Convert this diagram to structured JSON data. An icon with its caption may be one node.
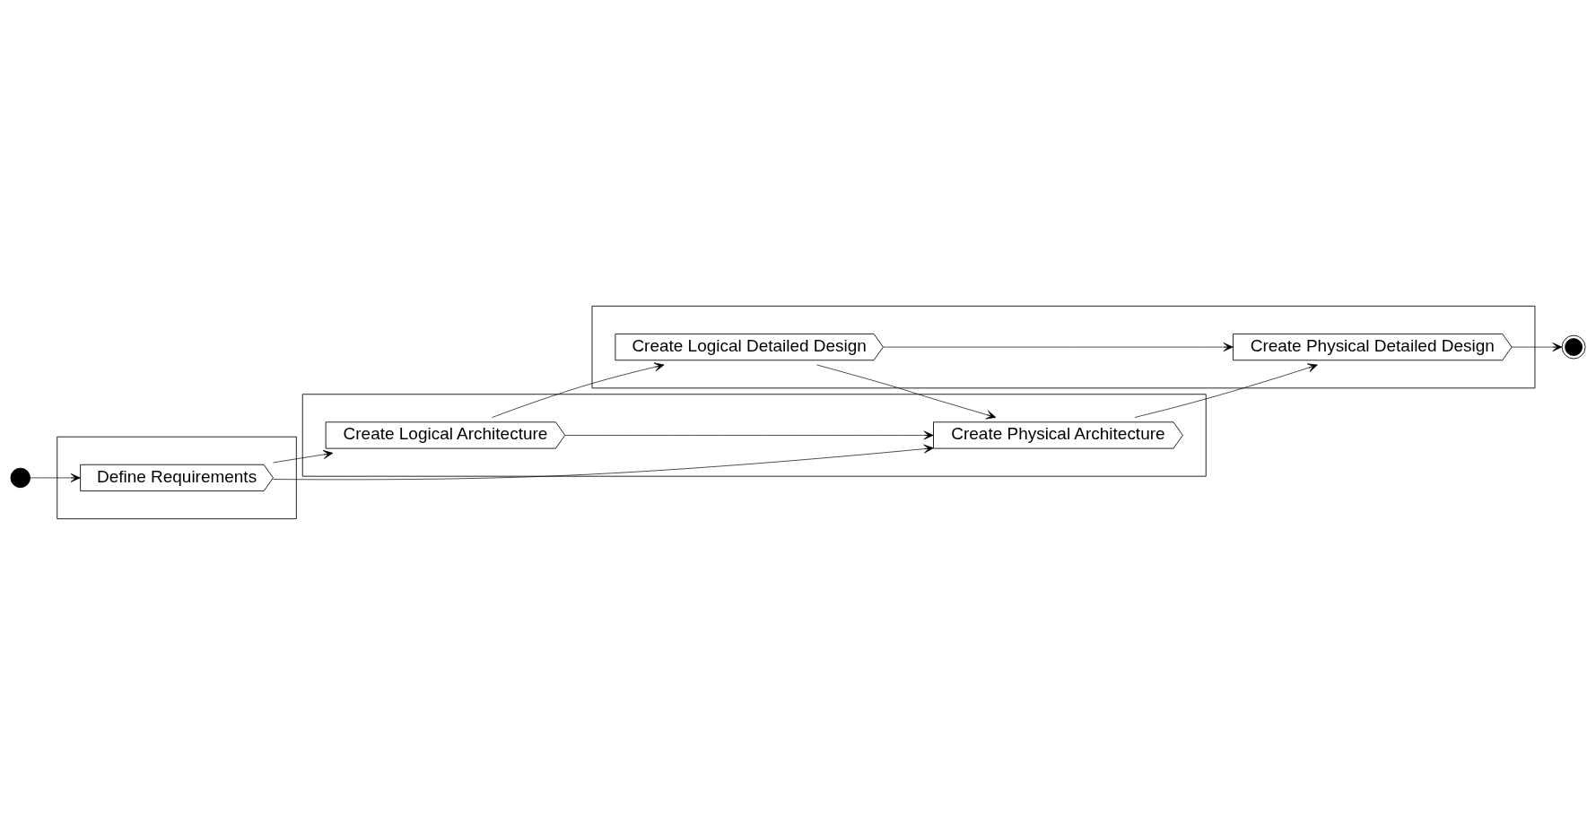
{
  "diagram": {
    "nodes": [
      {
        "text": [],
        "shape": "circle"
      },
      {
        "text": [],
        "shape": "box"
      },
      {
        "text": [
          "Define Requirements"
        ],
        "in": 1
      },
      {
        "text": [],
        "shape": "box"
      },
      {
        "text": [
          "Create Logical Architecture"
        ],
        "in": 3
      },
      {
        "text": [
          "Create Physical Architecture"
        ],
        "in": 3
      },
      {
        "text": [],
        "shape": "box"
      },
      {
        "text": [
          "Create Logical Detailed Design"
        ],
        "in": 6
      },
      {
        "text": [
          "Create Physical Detailed Design"
        ],
        "in": 6
      },
      {
        "text": [],
        "shape": "circle"
      }
    ],
    "edges": [
      {
        "from": 0,
        "to": 2,
        "arrow": "to"
      },
      {
        "from": 2,
        "to": 4,
        "arrow": "to"
      },
      {
        "from": 4,
        "to": 7,
        "arrow": "to"
      },
      {
        "from": 2,
        "to": 5,
        "arrow": "to"
      },
      {
        "from": 4,
        "to": 5,
        "arrow": "to"
      },
      {
        "from": 7,
        "to": 5,
        "arrow": "to"
      },
      {
        "from": 7,
        "to": 8,
        "arrow": "to"
      },
      {
        "from": 5,
        "to": 8,
        "arrow": "to"
      },
      {
        "from": 8,
        "to": 9,
        "arrow": "to"
      }
    ]
  }
}
